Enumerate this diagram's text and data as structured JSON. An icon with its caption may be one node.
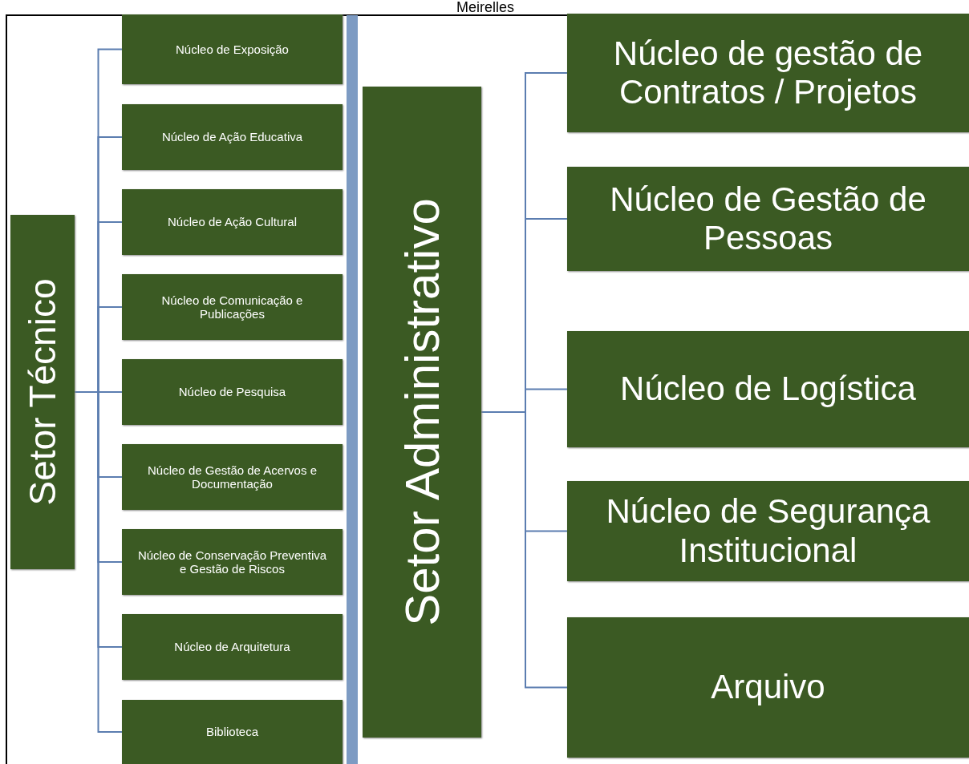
{
  "diagram": {
    "nodes": [
      {
        "text": [
          "Setor Técnico"
        ]
      },
      {
        "text": [
          "Núcleo de Exposição"
        ]
      },
      {
        "text": [
          "Núcleo de Ação Educativa"
        ]
      },
      {
        "text": [
          "Núcleo de Ação Cultural"
        ]
      },
      {
        "text": [
          "Núcleo de Comunicação e Publicações"
        ]
      },
      {
        "text": [
          "Núcleo de Pesquisa"
        ]
      },
      {
        "text": [
          "Núcleo de Gestão de Acervos e Documentação"
        ]
      },
      {
        "text": [
          "Núcleo de Conservação Preventiva e Gestão de Riscos"
        ]
      },
      {
        "text": [
          "Núcleo de Arquitetura"
        ]
      },
      {
        "text": [
          "Biblioteca"
        ]
      },
      {
        "text": [
          "Setor Administrativo"
        ]
      },
      {
        "text": [
          "Núcleo de gestão de Contratos / Projetos"
        ]
      },
      {
        "text": [
          "Núcleo de Gestão de Pessoas"
        ]
      },
      {
        "text": [
          "Núcleo de Logística"
        ]
      },
      {
        "text": [
          "Núcleo de Segurança Institucional"
        ]
      },
      {
        "text": [
          "Arquivo"
        ]
      }
    ],
    "edges": [
      {
        "from": 0,
        "to": 1,
        "arrow": "none"
      },
      {
        "from": 0,
        "to": 2,
        "arrow": "none"
      },
      {
        "from": 0,
        "to": 3,
        "arrow": "none"
      },
      {
        "from": 0,
        "to": 4,
        "arrow": "none"
      },
      {
        "from": 0,
        "to": 5,
        "arrow": "none"
      },
      {
        "from": 0,
        "to": 6,
        "arrow": "none"
      },
      {
        "from": 0,
        "to": 7,
        "arrow": "none"
      },
      {
        "from": 0,
        "to": 8,
        "arrow": "none"
      },
      {
        "from": 0,
        "to": 9,
        "arrow": "none"
      },
      {
        "from": 10,
        "to": 11,
        "arrow": "none"
      },
      {
        "from": 10,
        "to": 12,
        "arrow": "none"
      },
      {
        "from": 10,
        "to": 13,
        "arrow": "none"
      },
      {
        "from": 10,
        "to": 14,
        "arrow": "none"
      },
      {
        "from": 10,
        "to": 15,
        "arrow": "none"
      }
    ],
    "labels": [
      "Meirelles"
    ]
  }
}
